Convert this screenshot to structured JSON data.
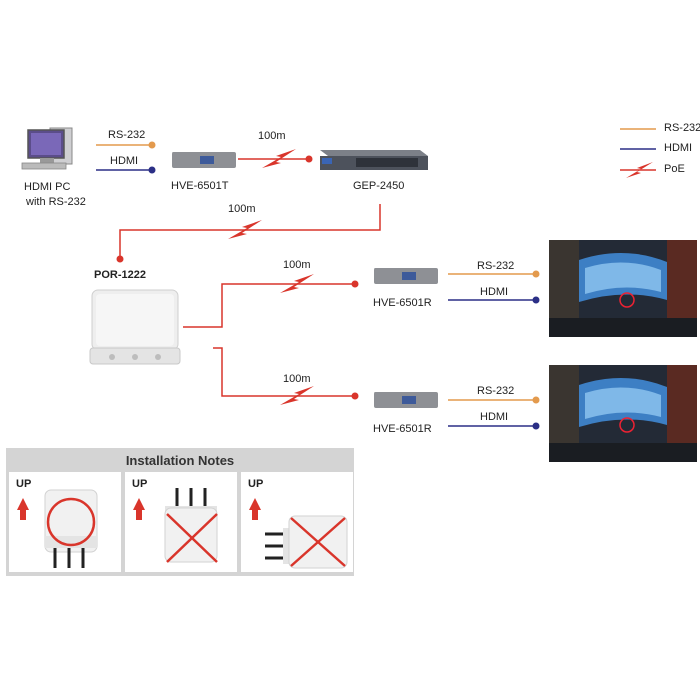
{
  "devices": {
    "pc": {
      "name": "HDMI PC",
      "sub": "with RS-232"
    },
    "transmitter": {
      "name": "HVE-6501T"
    },
    "switch": {
      "name": "GEP-2450"
    },
    "ap": {
      "name": "POR-1222"
    },
    "receiver_top": {
      "name": "HVE-6501R"
    },
    "receiver_bottom": {
      "name": "HVE-6501R"
    }
  },
  "links": {
    "pc_rs232": "RS-232",
    "pc_hdmi": "HDMI",
    "tx_switch": "100m",
    "switch_ap": "100m",
    "ap_rx_top": "100m",
    "ap_rx_bottom": "100m",
    "rx_top_rs232": "RS-232",
    "rx_top_hdmi": "HDMI",
    "rx_bottom_rs232": "RS-232",
    "rx_bottom_hdmi": "HDMI"
  },
  "legend": {
    "rs232": "RS-232",
    "hdmi": "HDMI",
    "poe": "PoE"
  },
  "colors": {
    "rs232": "#e39a4d",
    "hdmi": "#2b2f86",
    "poe": "#d9352b",
    "notes_bg": "#d4d4d4"
  },
  "notes": {
    "title": "Installation Notes",
    "panels": [
      {
        "up": "UP",
        "status": "correct"
      },
      {
        "up": "UP",
        "status": "incorrect"
      },
      {
        "up": "UP",
        "status": "incorrect"
      }
    ]
  }
}
